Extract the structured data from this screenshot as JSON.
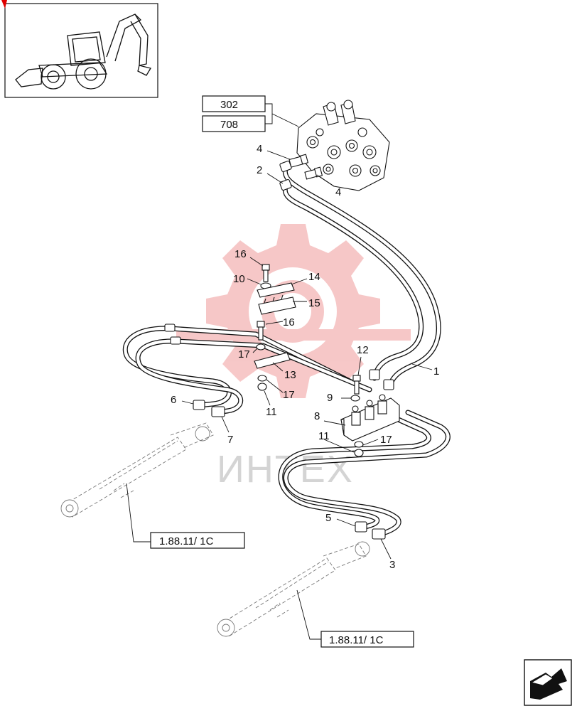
{
  "thumbnail": {
    "icon": "backhoe-loader-icon"
  },
  "ref_boxes": {
    "top": [
      "302",
      "708"
    ],
    "left_cylinder": "1.88.11/ 1C",
    "right_cylinder": "1.88.11/ 1C"
  },
  "callouts": {
    "c1": "1",
    "c2": "2",
    "c3": "3",
    "c4a": "4",
    "c4b": "4",
    "c5": "5",
    "c6": "6",
    "c7": "7",
    "c8": "8",
    "c9": "9",
    "c10": "10",
    "c11a": "11",
    "c11b": "11",
    "c12": "12",
    "c13": "13",
    "c14": "14",
    "c15": "15",
    "c16a": "16",
    "c16b": "16",
    "c17a": "17",
    "c17b": "17",
    "c17c": "17"
  },
  "watermark": {
    "text": "ИНТЕХ",
    "logo_color": "#f08080"
  },
  "nav": {
    "icon": "next-page-arrow-icon"
  }
}
